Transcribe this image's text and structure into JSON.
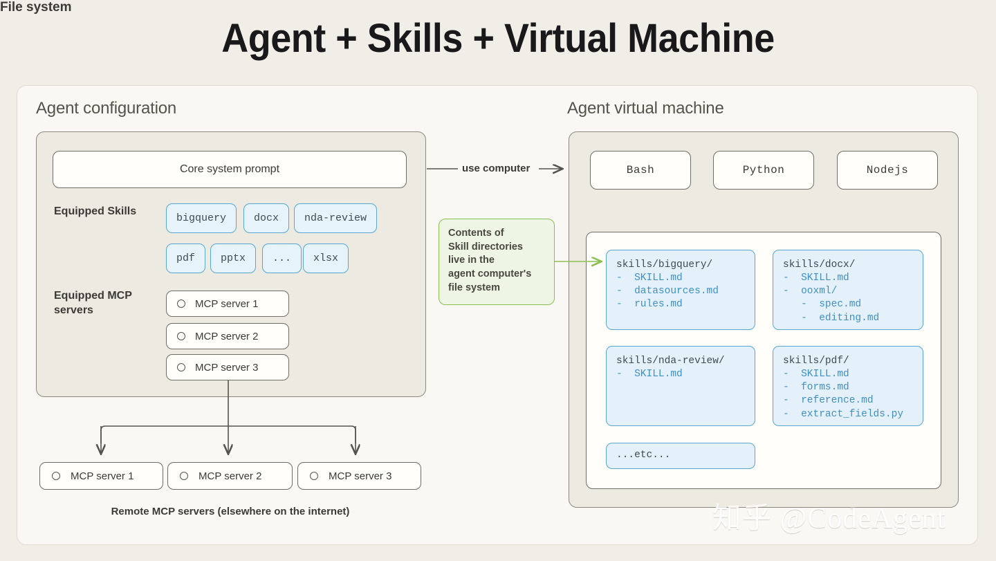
{
  "title": "Agent + Skills + Virtual Machine",
  "left_panel": {
    "heading": "Agent configuration",
    "core_system_prompt": "Core system prompt",
    "equipped_skills_label": "Equipped Skills",
    "skills": [
      "bigquery",
      "docx",
      "nda-review",
      "pdf",
      "pptx",
      "...",
      "xlsx"
    ],
    "equipped_mcp_label": "Equipped MCP servers",
    "mcp_servers": [
      "MCP server 1",
      "MCP server 2",
      "MCP server 3"
    ]
  },
  "remote": {
    "servers": [
      "MCP server 1",
      "MCP server 2",
      "MCP server 3"
    ],
    "caption": "Remote MCP servers (elsewhere on the internet)"
  },
  "connector": {
    "use_computer_label": "use computer",
    "callout_text": "Contents of\nSkill directories\nlive in the\nagent computer's\nfile system"
  },
  "right_panel": {
    "heading": "Agent virtual machine",
    "runtimes": [
      "Bash",
      "Python",
      "Nodejs"
    ],
    "file_system_label": "File system",
    "directories": [
      {
        "name": "skills/bigquery/",
        "entries": [
          "-  SKILL.md",
          "-  datasources.md",
          "-  rules.md"
        ]
      },
      {
        "name": "skills/docx/",
        "entries": [
          "-  SKILL.md",
          "-  ooxml/",
          "   -  spec.md",
          "   -  editing.md"
        ]
      },
      {
        "name": "skills/nda-review/",
        "entries": [
          "-  SKILL.md"
        ]
      },
      {
        "name": "skills/pdf/",
        "entries": [
          "-  SKILL.md",
          "-  forms.md",
          "-  reference.md",
          "-  extract_fields.py"
        ]
      }
    ],
    "etc_box": "...etc..."
  },
  "watermark": "知乎 @CodeAgent",
  "colors": {
    "background": "#f1eee7",
    "card": "#faf8f4",
    "panel": "#edeae1",
    "blue_border": "#57a6d3",
    "blue_fill": "#e4f1fa",
    "green_border": "#8cbf52",
    "green_fill": "#eef5e4",
    "stroke": "#6e6c64"
  }
}
